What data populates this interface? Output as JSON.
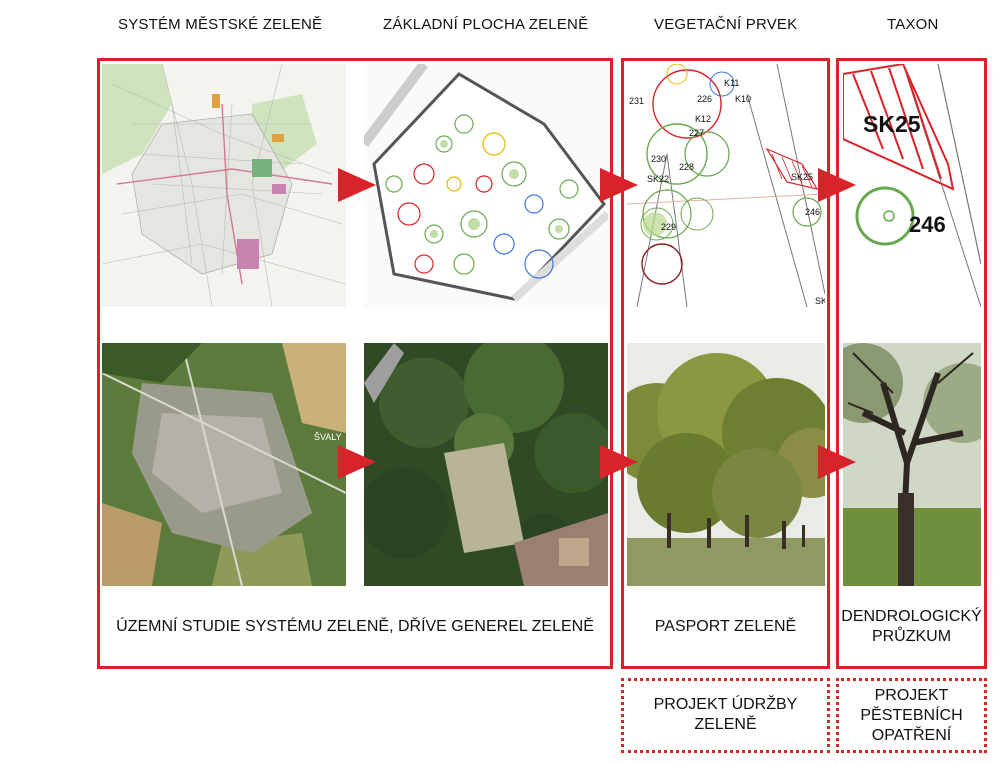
{
  "headers": {
    "system": "SYSTÉM MĚSTSKÉ ZELENĚ",
    "base_area": "ZÁKLADNÍ PLOCHA ZELENĚ",
    "vegetation": "VEGETAČNÍ PRVEK",
    "taxon": "TAXON"
  },
  "labels": {
    "study": "ÚZEMNÍ STUDIE SYSTÉMU ZELENĚ, DŘÍVE GENEREL ZELENĚ",
    "passport": "PASPORT ZELENĚ",
    "dendro_line1": "DENDROLOGICKÝ",
    "dendro_line2": "PRŮZKUM",
    "maintenance_line1": "PROJEKT ÚDRŽBY",
    "maintenance_line2": "ZELENĚ",
    "cultivation_line1": "PROJEKT",
    "cultivation_line2": "PĚSTEBNÍCH",
    "cultivation_line3": "OPATŘENÍ"
  },
  "map_labels": {
    "t231": "231",
    "t226": "226",
    "k11": "K11",
    "k10": "K10",
    "k12": "K12",
    "t227": "227",
    "t230": "230",
    "t228": "228",
    "sk22": "SK22",
    "sk25": "SK25",
    "t229": "229",
    "t246": "246",
    "sk_cut": "SK",
    "big_sk25": "SK25",
    "big_246": "246",
    "aerial_place": "ŠVALY"
  },
  "colors": {
    "accent": "#d8232a"
  }
}
